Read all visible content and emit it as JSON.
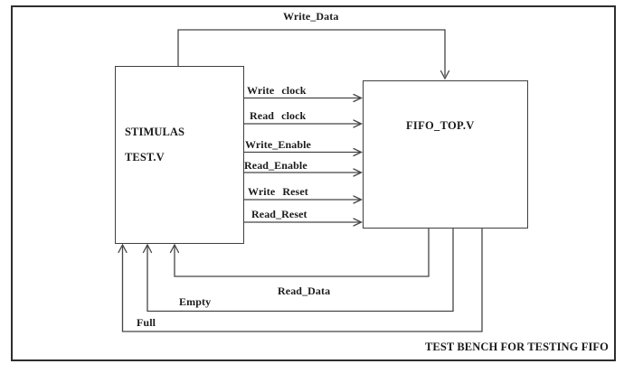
{
  "diagram": {
    "caption": "TEST BENCH FOR TESTING FIFO",
    "blocks": {
      "stimulas": {
        "line1": "STIMULAS",
        "line2": "TEST.V"
      },
      "fifo": {
        "label": "FIFO_TOP.V"
      }
    },
    "signals": {
      "write_data": "Write_Data",
      "write_clock": "Write clock",
      "read_clock": "Read clock",
      "write_enable": "Write_Enable",
      "read_enable": "Read_Enable",
      "write_reset": "Write Reset",
      "read_reset": "Read_Reset",
      "read_data": "Read_Data",
      "empty": "Empty",
      "full": "Full"
    },
    "connections": [
      {
        "signal": "Write_Data",
        "from": "STIMULAS TEST.V",
        "to": "FIFO_TOP.V"
      },
      {
        "signal": "Write clock",
        "from": "STIMULAS TEST.V",
        "to": "FIFO_TOP.V"
      },
      {
        "signal": "Read clock",
        "from": "STIMULAS TEST.V",
        "to": "FIFO_TOP.V"
      },
      {
        "signal": "Write_Enable",
        "from": "STIMULAS TEST.V",
        "to": "FIFO_TOP.V"
      },
      {
        "signal": "Read_Enable",
        "from": "STIMULAS TEST.V",
        "to": "FIFO_TOP.V"
      },
      {
        "signal": "Write Reset",
        "from": "STIMULAS TEST.V",
        "to": "FIFO_TOP.V"
      },
      {
        "signal": "Read_Reset",
        "from": "STIMULAS TEST.V",
        "to": "FIFO_TOP.V"
      },
      {
        "signal": "Read_Data",
        "from": "FIFO_TOP.V",
        "to": "STIMULAS TEST.V"
      },
      {
        "signal": "Empty",
        "from": "FIFO_TOP.V",
        "to": "STIMULAS TEST.V"
      },
      {
        "signal": "Full",
        "from": "FIFO_TOP.V",
        "to": "STIMULAS TEST.V"
      }
    ],
    "colors": {
      "wire": "#454545",
      "text": "#1b1b1b",
      "border": "#2e2e2e",
      "background": "#ffffff"
    }
  }
}
